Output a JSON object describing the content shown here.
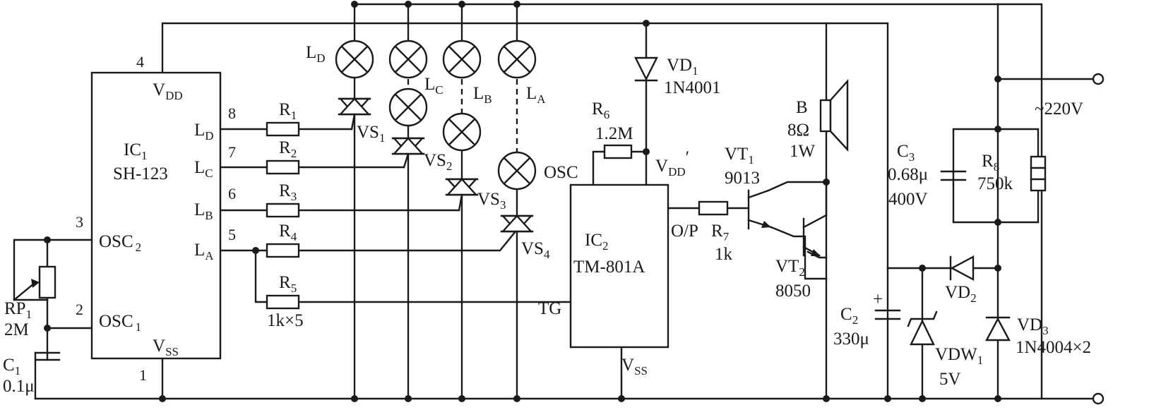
{
  "ic1": {
    "name": "IC",
    "sub": "1",
    "part": "SH-123",
    "vdd": "V",
    "vdd_sub": "DD",
    "vss": "V",
    "vss_sub": "SS",
    "osc2": "OSC",
    "osc2_sub": "2",
    "osc1": "OSC",
    "osc1_sub": "1",
    "ld": "L",
    "ld_sub": "D",
    "lc": "L",
    "lc_sub": "C",
    "lb": "L",
    "lb_sub": "B",
    "la": "L",
    "la_sub": "A",
    "pin4": "4",
    "pin8": "8",
    "pin7": "7",
    "pin6": "6",
    "pin5": "5",
    "pin3": "3",
    "pin2": "2",
    "pin1": "1"
  },
  "ic2": {
    "name": "IC",
    "sub": "2",
    "part": "TM-801A",
    "osc": "OSC",
    "vdd": "V",
    "vdd_sub": "DD",
    "vdd_prime": "′",
    "op": "O/P",
    "tg": "TG",
    "vss": "V",
    "vss_sub": "SS"
  },
  "resistors": {
    "r1": "R",
    "r1_sub": "1",
    "r2": "R",
    "r2_sub": "2",
    "r3": "R",
    "r3_sub": "3",
    "r4": "R",
    "r4_sub": "4",
    "r5": "R",
    "r5_sub": "5",
    "r15_value": "1k×5",
    "r6": "R",
    "r6_sub": "6",
    "r6_value": "1.2M",
    "r7": "R",
    "r7_sub": "7",
    "r7_value": "1k",
    "r8": "R",
    "r8_sub": "8",
    "r8_value": "750k",
    "rp1": "RP",
    "rp1_sub": "1",
    "rp1_value": "2M"
  },
  "lamps": {
    "ld": "L",
    "ld_sub": "D",
    "lc": "L",
    "lc_sub": "C",
    "lb": "L",
    "lb_sub": "B",
    "la": "L",
    "la_sub": "A"
  },
  "triacs": {
    "vs1": "VS",
    "vs1_sub": "1",
    "vs2": "VS",
    "vs2_sub": "2",
    "vs3": "VS",
    "vs3_sub": "3",
    "vs4": "VS",
    "vs4_sub": "4"
  },
  "diodes": {
    "vd1": "VD",
    "vd1_sub": "1",
    "vd1_part": "1N4001",
    "vd2": "VD",
    "vd2_sub": "2",
    "vd3": "VD",
    "vd3_sub": "3",
    "vd3_part": "1N4004×2",
    "vdw1": "VDW",
    "vdw1_sub": "1",
    "vdw1_value": "5V"
  },
  "transistors": {
    "vt1": "VT",
    "vt1_sub": "1",
    "vt1_part": "9013",
    "vt2": "VT",
    "vt2_sub": "2",
    "vt2_part": "8050"
  },
  "capacitors": {
    "c1": "C",
    "c1_sub": "1",
    "c1_value": "0.1μ",
    "c2": "C",
    "c2_sub": "2",
    "c2_value": "330μ",
    "c2_plus": "+",
    "c3": "C",
    "c3_sub": "3",
    "c3_value": "0.68μ",
    "c3_voltage": "400V"
  },
  "speaker": {
    "name": "B",
    "impedance": "8Ω",
    "power": "1W"
  },
  "supply": {
    "label": "~220V"
  }
}
